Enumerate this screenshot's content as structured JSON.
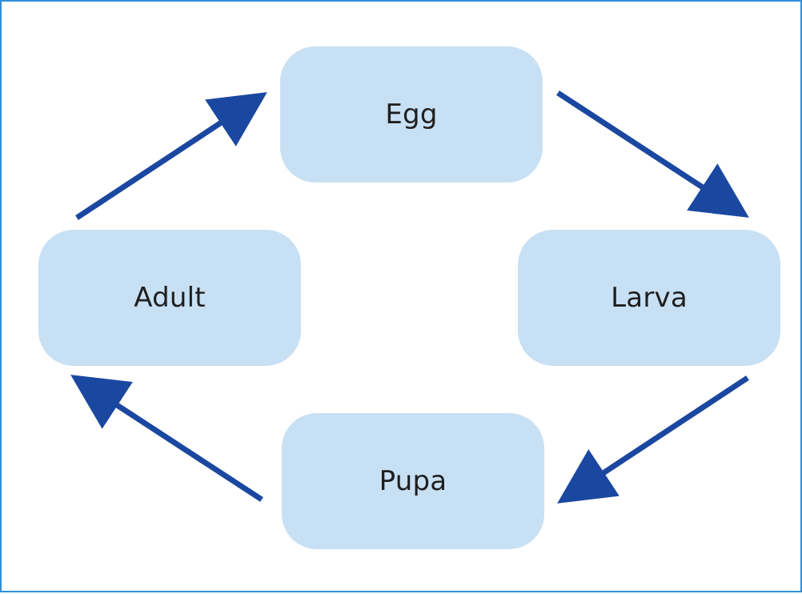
{
  "diagram": {
    "stages": [
      {
        "id": "egg",
        "label": "Egg"
      },
      {
        "id": "larva",
        "label": "Larva"
      },
      {
        "id": "pupa",
        "label": "Pupa"
      },
      {
        "id": "adult",
        "label": "Adult"
      }
    ],
    "arrows": [
      {
        "from": "egg",
        "to": "larva"
      },
      {
        "from": "larva",
        "to": "pupa"
      },
      {
        "from": "pupa",
        "to": "adult"
      },
      {
        "from": "adult",
        "to": "egg"
      }
    ]
  },
  "colors": {
    "frame_border": "#2f8fd8",
    "node_fill": "#c8e0f4",
    "arrow": "#1a47a0",
    "text": "#1f1f1f"
  }
}
